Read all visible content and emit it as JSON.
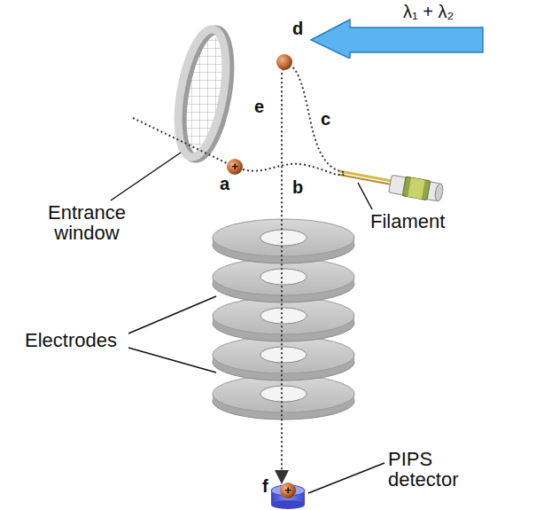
{
  "diagram": {
    "nodes": [
      {
        "text": [
          "λ₁ + λ₂"
        ]
      }
    ],
    "labels": [
      "a",
      "b",
      "c",
      "d",
      "e",
      "f",
      "Entrance window",
      "Filament",
      "Electrodes",
      "PIPS detector",
      "+",
      "+"
    ]
  }
}
